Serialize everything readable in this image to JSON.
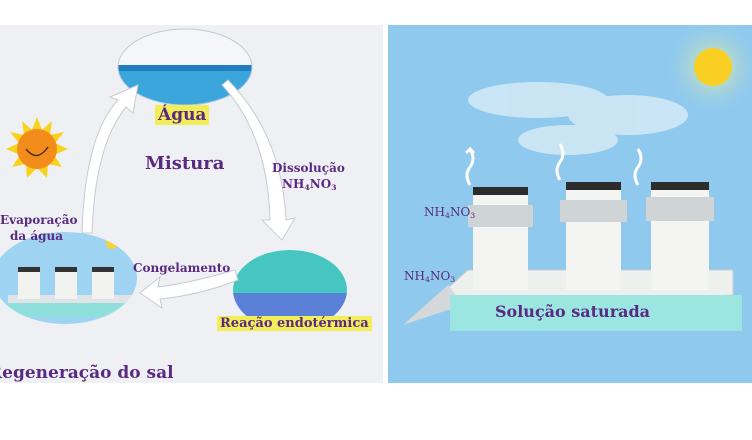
{
  "cycle": {
    "agua_label": "Água",
    "mistura_label": "Mistura",
    "dissolucao_label": "Dissolução",
    "dissolucao_formula": {
      "a": "NH",
      "s1": "4",
      "b": "NO",
      "s2": "3"
    },
    "reacao_label": "Reação endotérmica",
    "congelamento_label": "Congelamento",
    "regeneracao_label": "Regeneração do sal",
    "evaporacao_label_1": "Evaporação",
    "evaporacao_label_2": "da água"
  },
  "scene": {
    "salt_label_top": {
      "a": "NH",
      "s1": "4",
      "b": "NO",
      "s2": "3"
    },
    "salt_label_bottom": {
      "a": "NH",
      "s1": "4",
      "b": "NO",
      "s2": "3"
    },
    "solution_label": "Solução saturada"
  },
  "colors": {
    "text": "#5a2a82",
    "highlight": "#f2ee5a",
    "sky": "#8fc9ee",
    "water": "#3fa9e0",
    "sun": "#f7c51e"
  }
}
